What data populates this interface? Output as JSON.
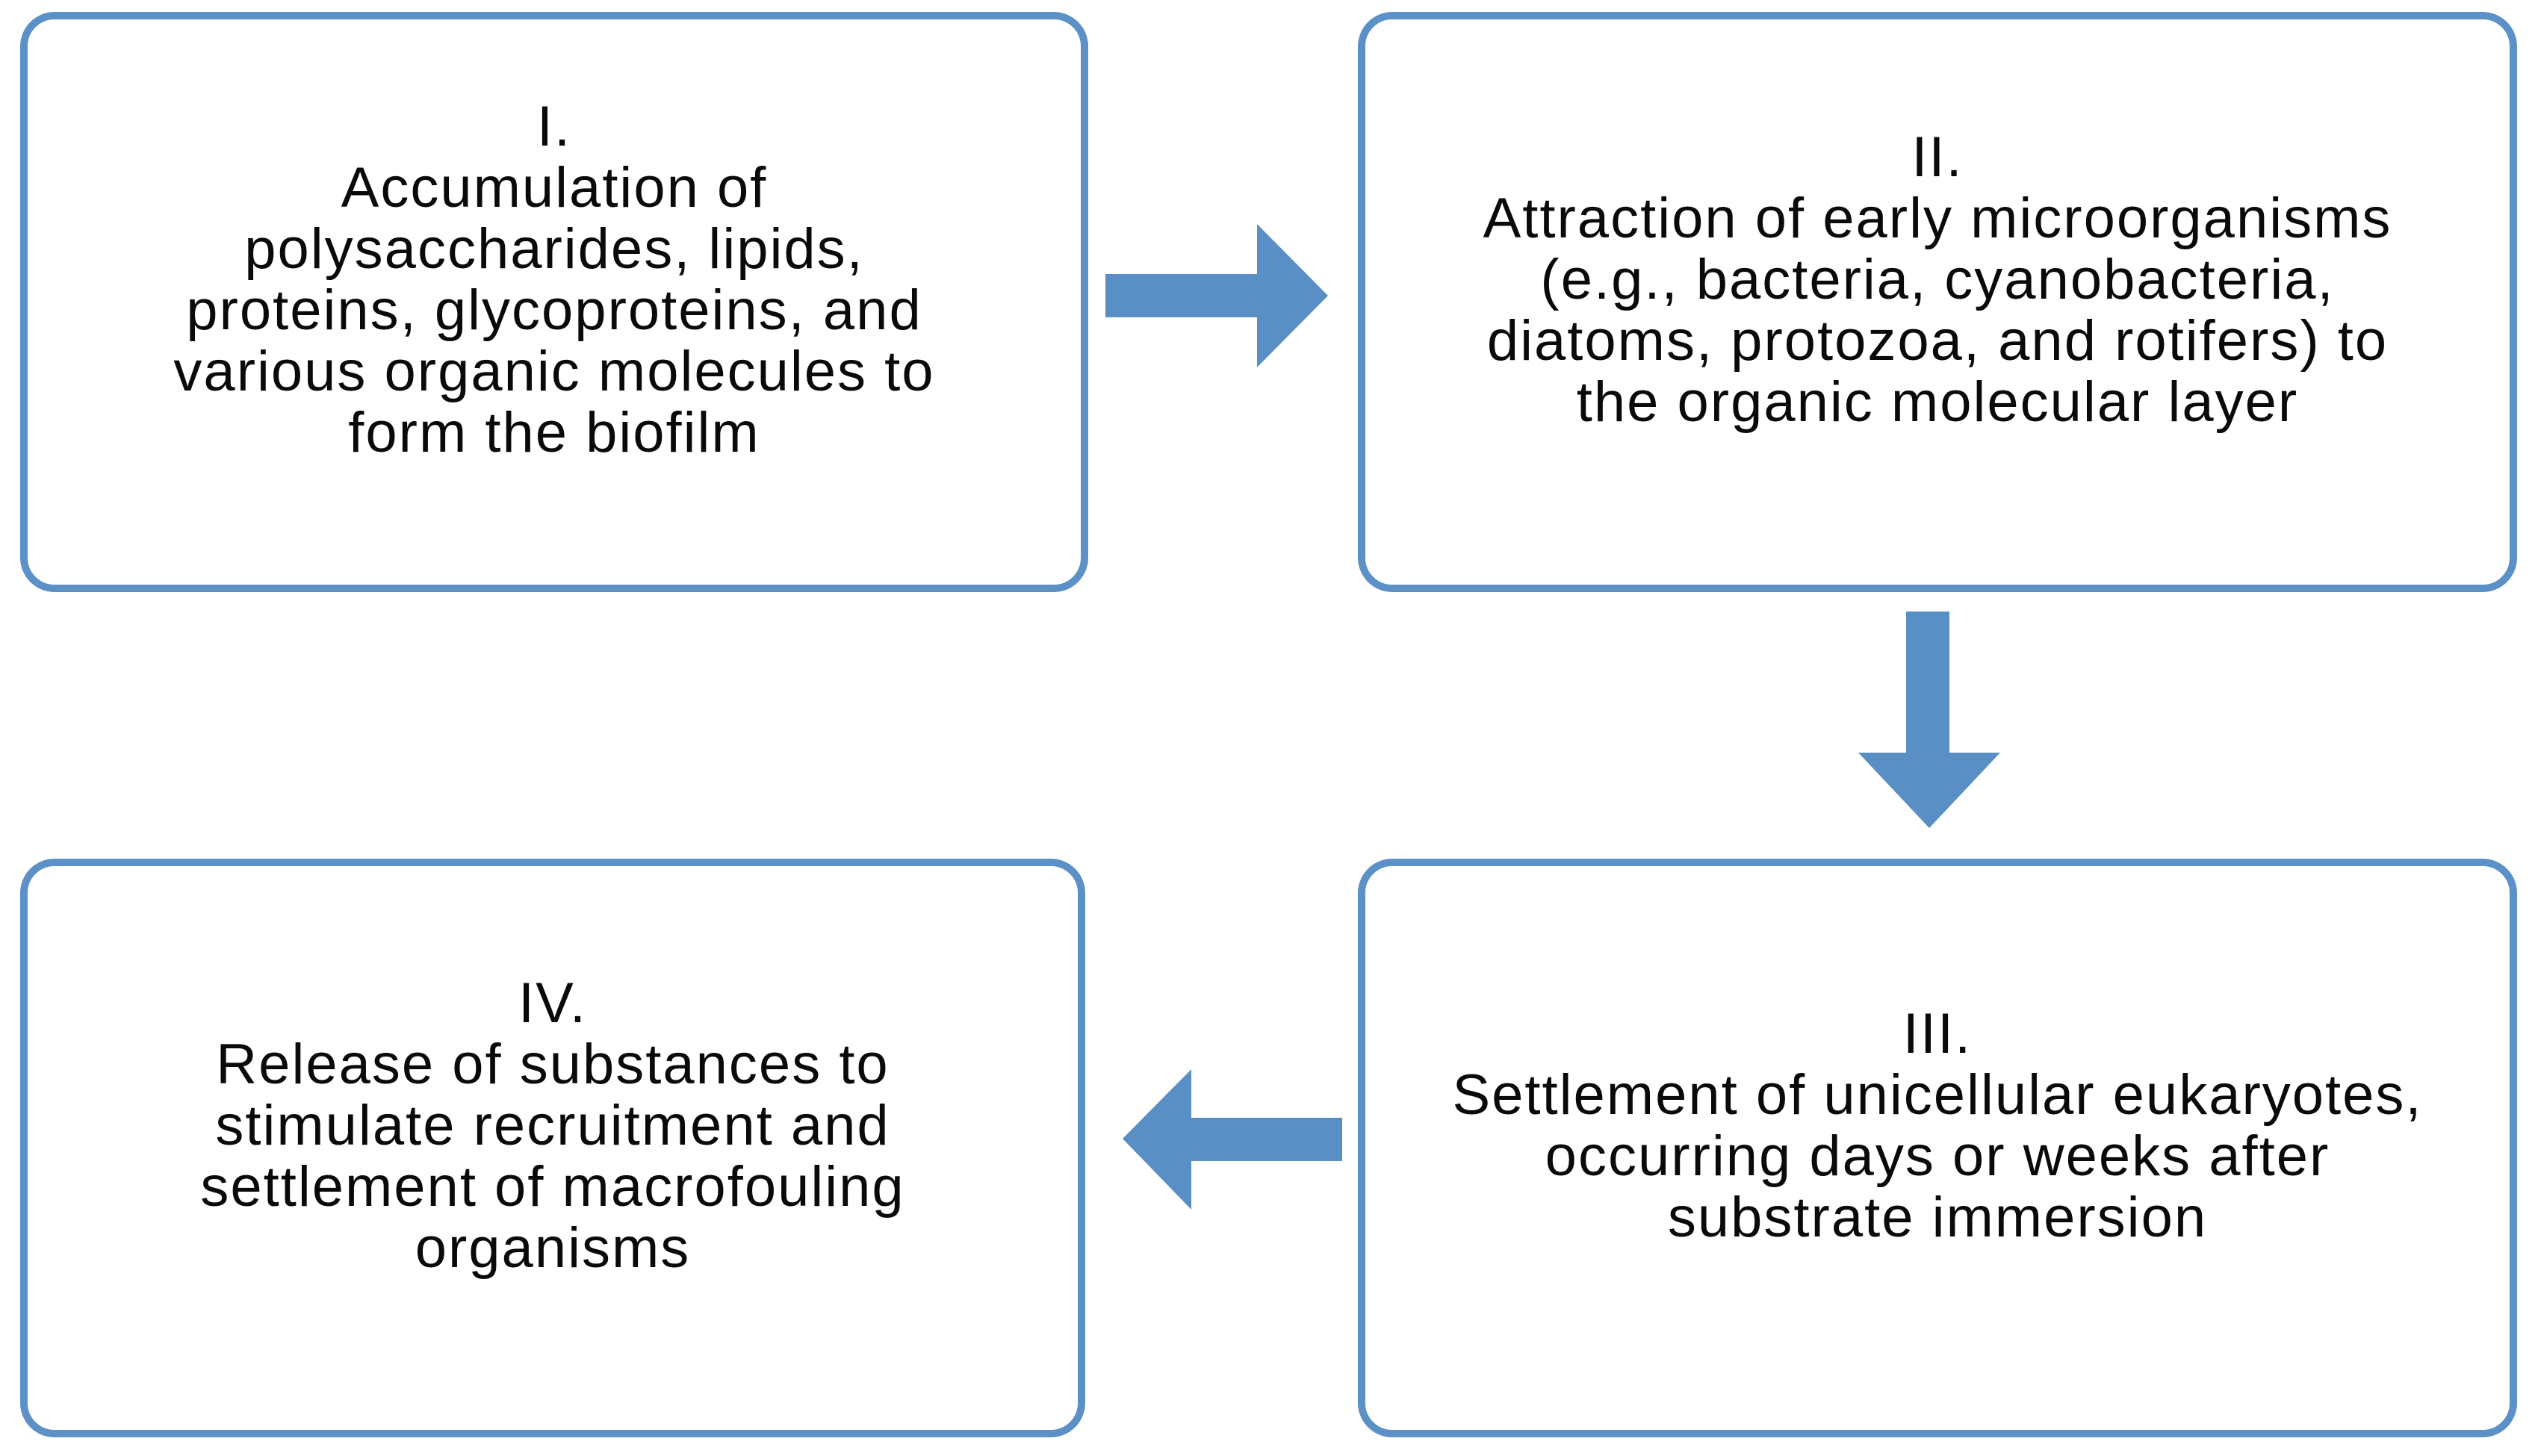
{
  "flowchart": {
    "colors": {
      "background": "#ffffff",
      "box_fill": "#ffffff",
      "box_border": "#5c91c8",
      "arrow_fill": "#5a8fc5",
      "text": "#0a0a0a"
    },
    "stages": [
      {
        "numeral": "I.",
        "text": "I.\nAccumulation of\npolysaccharides, lipids,\nproteins, glycoproteins, and\nvarious organic molecules to\nform the biofilm"
      },
      {
        "numeral": "II.",
        "text": "II.\nAttraction of early microorganisms\n(e.g., bacteria, cyanobacteria,\ndiatoms, protozoa, and rotifers) to\nthe organic molecular layer"
      },
      {
        "numeral": "III.",
        "text": "III.\nSettlement of unicellular eukaryotes,\noccurring days or weeks after\nsubstrate immersion"
      },
      {
        "numeral": "IV.",
        "text": "IV.\nRelease of substances to\nstimulate recruitment and\nsettlement of macrofouling\norganisms"
      }
    ],
    "arrows": [
      {
        "name": "arrow-stage1-to-stage2",
        "direction": "right"
      },
      {
        "name": "arrow-stage2-to-stage3",
        "direction": "down"
      },
      {
        "name": "arrow-stage3-to-stage4",
        "direction": "left"
      }
    ]
  }
}
